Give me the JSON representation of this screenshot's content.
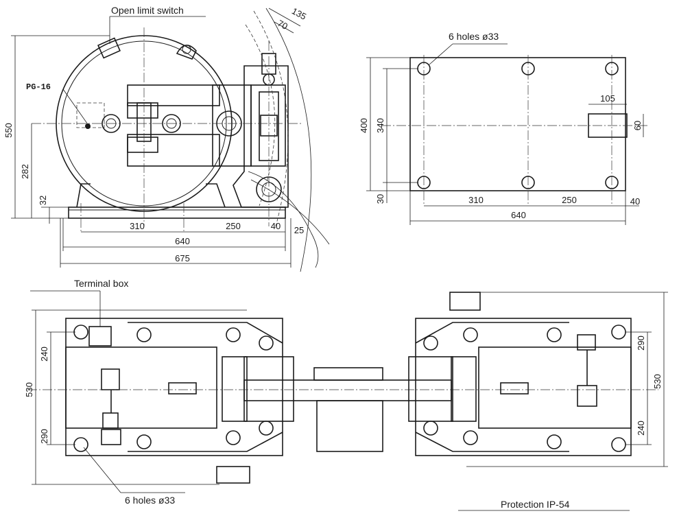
{
  "labels": {
    "open_limit_switch": "Open limit switch",
    "pg16": "PG-16",
    "holes_top": "6 holes ø33",
    "terminal_box": "Terminal box",
    "holes_bottom": "6 holes ø33",
    "protection": "Protection IP-54"
  },
  "dims_front": {
    "h550": "550",
    "h282": "282",
    "h32": "32",
    "w310": "310",
    "w250": "250",
    "w40": "40",
    "w25": "25",
    "w640": "640",
    "w675": "675",
    "a135": "135",
    "a70": "70"
  },
  "dims_base": {
    "h400": "400",
    "h340": "340",
    "h30": "30",
    "k105": "105",
    "k60": "60",
    "w310": "310",
    "w250": "250",
    "w40": "40",
    "w640": "640"
  },
  "dims_plan": {
    "l240": "240",
    "l530": "530",
    "l290": "290",
    "r290": "290",
    "r530": "530",
    "r240": "240"
  }
}
